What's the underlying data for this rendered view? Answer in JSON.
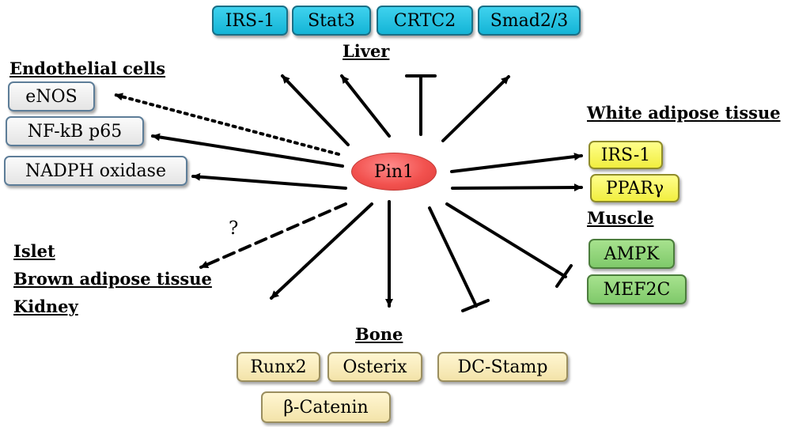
{
  "center": {
    "label": "Pin1",
    "color": "#f2524f"
  },
  "tissues": {
    "liver": {
      "label": "Liver",
      "factors": [
        "IRS-1",
        "Stat3",
        "CRTC2",
        "Smad2/3"
      ]
    },
    "endothelial": {
      "label": "Endothelial cells",
      "factors": [
        "eNOS",
        "NF-kB p65",
        "NADPH oxidase"
      ]
    },
    "white_adipose": {
      "label": "White adipose tissue",
      "factors": [
        "IRS-1",
        "PPARγ"
      ]
    },
    "muscle": {
      "label": "Muscle",
      "factors": [
        "AMPK",
        "MEF2C"
      ]
    },
    "bone": {
      "label": "Bone",
      "factors": [
        "Runx2",
        "Osterix",
        "DC-Stamp",
        "β-Catenin"
      ]
    },
    "other": {
      "labels": [
        "Islet",
        "Brown adipose tissue",
        "Kidney"
      ],
      "question_mark": "?"
    }
  },
  "colors": {
    "liver": "#14b4d6",
    "endothelial": "#e4e4e4",
    "white_adipose": "#f1ee3f",
    "muscle": "#7fc96a",
    "bone": "#f3e3a9"
  }
}
